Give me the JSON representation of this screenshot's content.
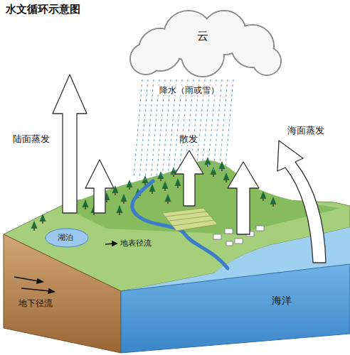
{
  "diagram": {
    "title": "水文循环示意图",
    "nodes": [
      {
        "text": [
          "云"
        ]
      }
    ],
    "labels": [
      "降水（雨或雪）",
      "陆面蒸发",
      "散发",
      "海面蒸发",
      "湖泊",
      "地表径流",
      "地下径流",
      "海洋"
    ]
  }
}
